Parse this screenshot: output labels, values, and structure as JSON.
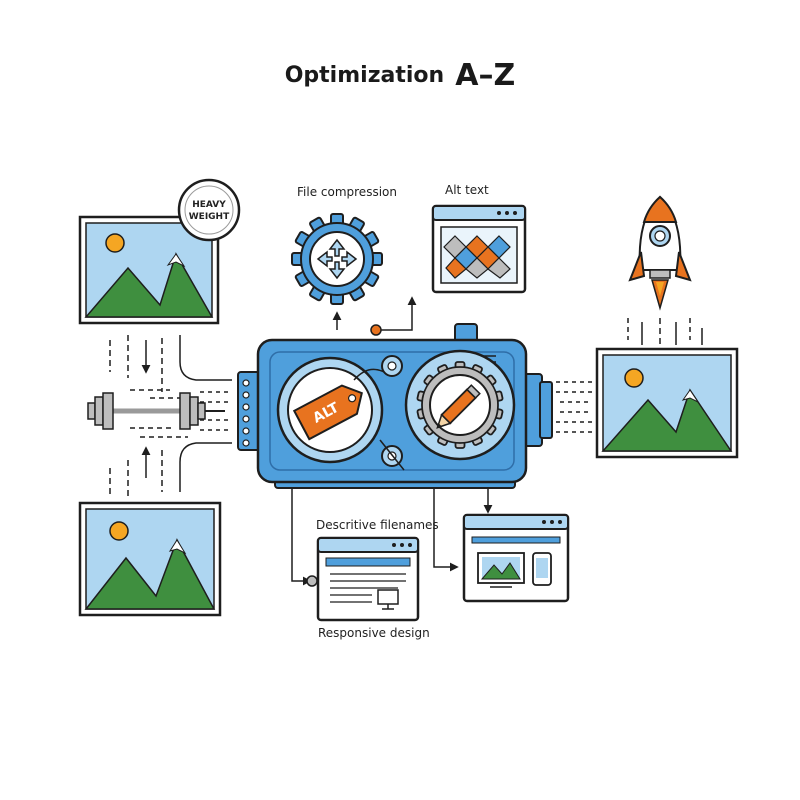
{
  "title": {
    "main": "Optimization",
    "suffix": "A–Z"
  },
  "labels": {
    "file_compression": "File compression",
    "alt_text": "Alt text",
    "descriptive_filenames": "Descritive filenames",
    "responsive_design": "Responsive design"
  },
  "badge": {
    "line1": "HEAVY",
    "line2": "WEIGHT"
  },
  "tag_text": "ALT",
  "colors": {
    "blue": "#4f9fdc",
    "light_blue": "#aed6f1",
    "dark_blue": "#2f6ea8",
    "orange": "#e8731f",
    "green": "#3f8f3f",
    "sun": "#f5a623",
    "outline": "#1e1e1e",
    "gray": "#bdbdbd"
  },
  "icons": [
    "landscape-image-icon",
    "heavy-weight-badge-icon",
    "dumbbell-icon",
    "gear-arrows-icon",
    "alt-text-window-icon",
    "rocket-icon",
    "machine-icon",
    "alt-tag-icon",
    "pencil-gear-icon",
    "document-window-icon",
    "responsive-devices-window-icon"
  ]
}
